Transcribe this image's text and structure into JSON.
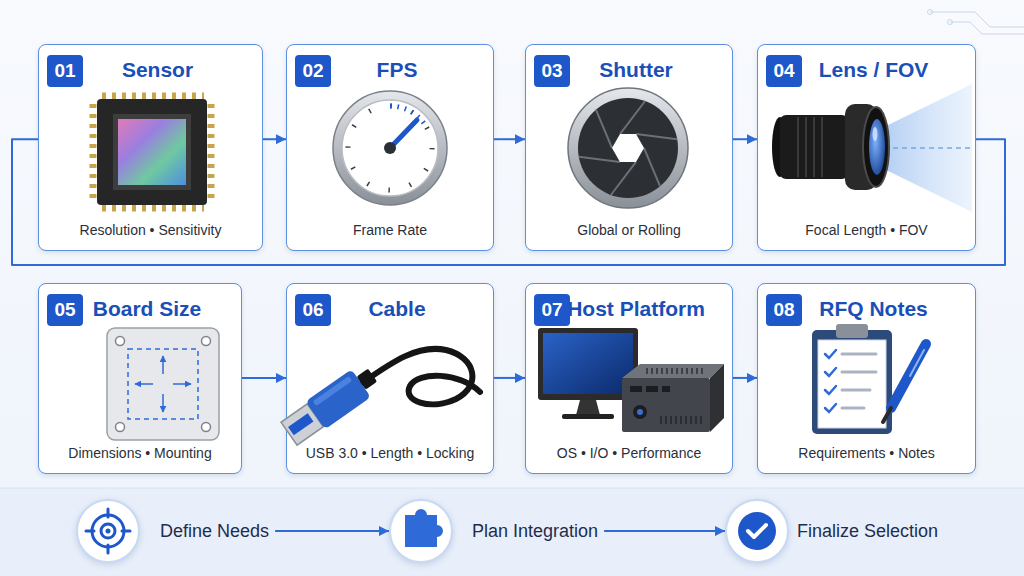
{
  "diagram": {
    "nodes": [
      {
        "text": [
          "Sensor",
          "Resolution • Sensitivity"
        ]
      },
      {
        "text": [
          "01"
        ],
        "in": 0
      },
      {
        "text": [
          "FPS",
          "Frame Rate"
        ]
      },
      {
        "text": [
          "02"
        ],
        "in": 2
      },
      {
        "text": [
          "Shutter",
          "Global or Rolling"
        ]
      },
      {
        "text": [
          "03"
        ],
        "in": 4
      },
      {
        "text": [
          "Lens / FOV",
          "Focal Length • FOV"
        ]
      },
      {
        "text": [
          "04"
        ],
        "in": 6
      },
      {
        "text": [
          "Board Size",
          "Dimensions • Mounting"
        ]
      },
      {
        "text": [
          "05"
        ],
        "in": 8
      },
      {
        "text": [
          "Cable",
          "USB 3.0 • Length • Locking"
        ]
      },
      {
        "text": [
          "06"
        ],
        "in": 10
      },
      {
        "text": [
          "Host Platform",
          "OS • I/O • Performance"
        ]
      },
      {
        "text": [
          "07"
        ],
        "in": 12
      },
      {
        "text": [
          "RFQ Notes",
          "Requirements • Notes"
        ]
      },
      {
        "text": [
          "08"
        ],
        "in": 14
      },
      {
        "text": [
          "Define Needs"
        ]
      },
      {
        "text": [
          "Plan Integration"
        ]
      },
      {
        "text": [
          "Finalize Selection"
        ]
      }
    ],
    "edges": [
      {
        "from": 0,
        "to": 2,
        "arrow": "to"
      },
      {
        "from": 2,
        "to": 4,
        "arrow": "to"
      },
      {
        "from": 4,
        "to": 6,
        "arrow": "to"
      },
      {
        "from": 6,
        "to": 0,
        "arrow": "none"
      },
      {
        "from": 8,
        "to": 10,
        "arrow": "to"
      },
      {
        "from": 10,
        "to": 12,
        "arrow": "to"
      },
      {
        "from": 12,
        "to": 14,
        "arrow": "to"
      },
      {
        "from": 16,
        "to": 17,
        "arrow": "to"
      },
      {
        "from": 17,
        "to": 18,
        "arrow": "to"
      }
    ]
  }
}
